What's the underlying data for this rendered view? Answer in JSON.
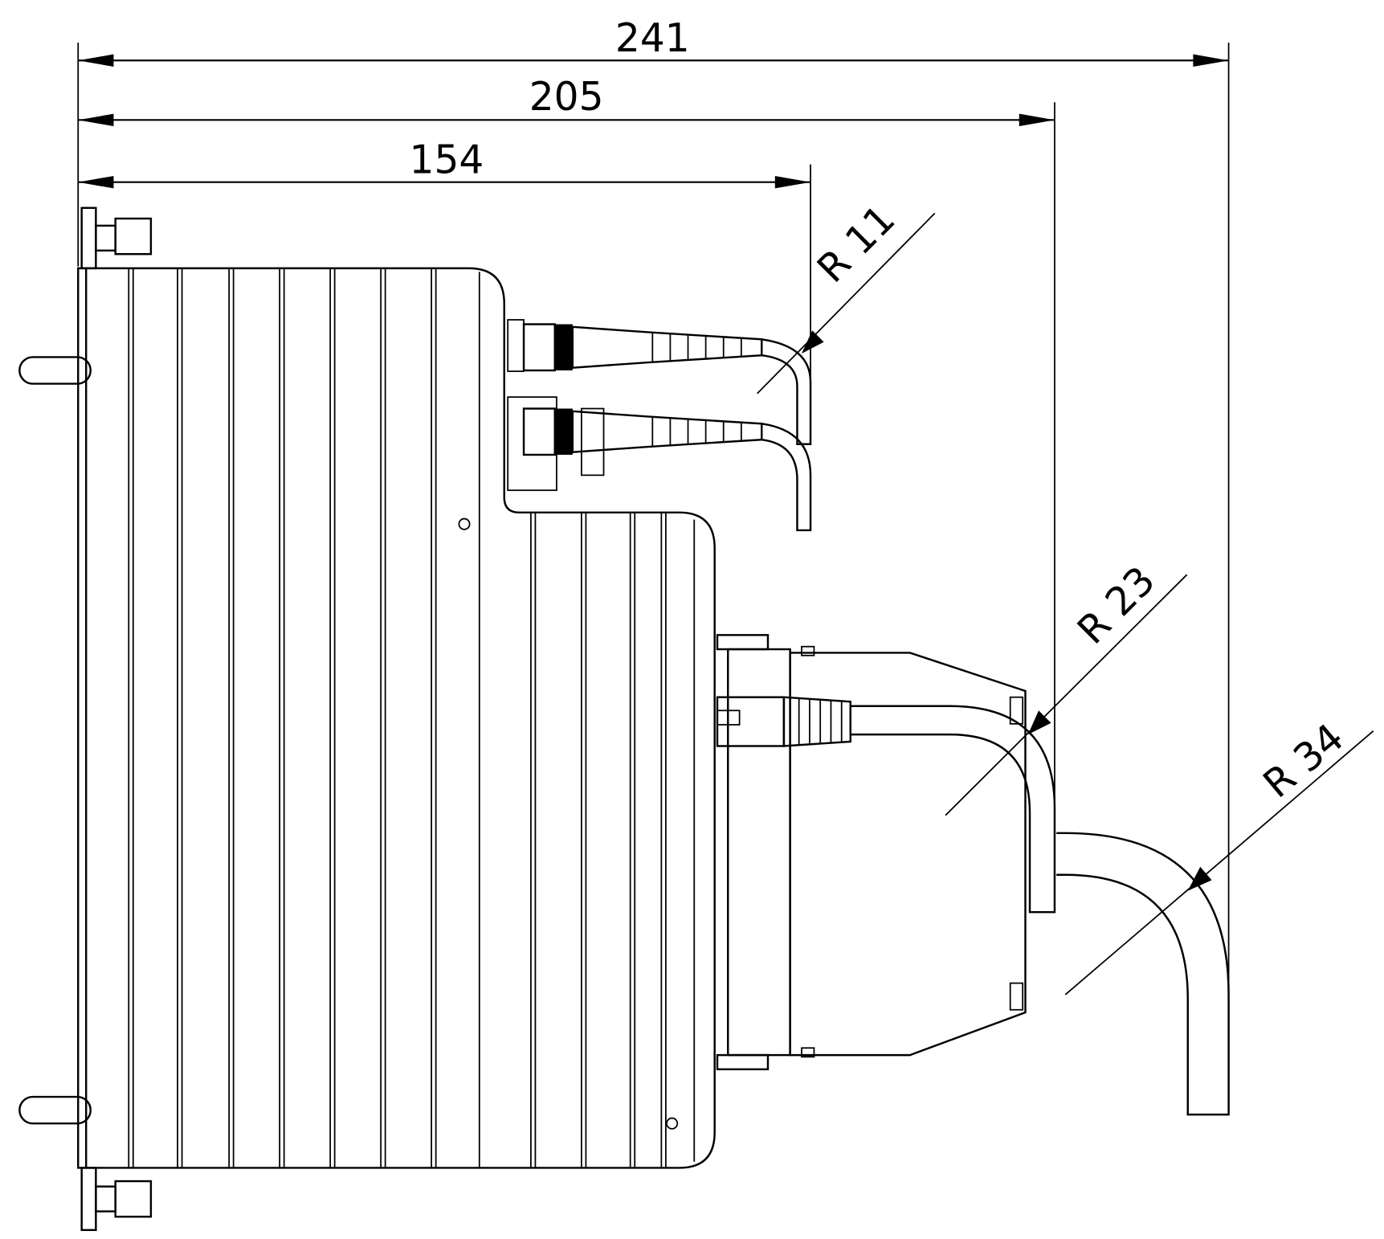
{
  "drawing": {
    "dimensions": {
      "overall_width": "241",
      "width_to_cable": "205",
      "width_to_fiber": "154"
    },
    "radii": {
      "fiber_bend": "R 11",
      "cable_bend_small": "R 23",
      "cable_bend_large": "R 34"
    }
  }
}
